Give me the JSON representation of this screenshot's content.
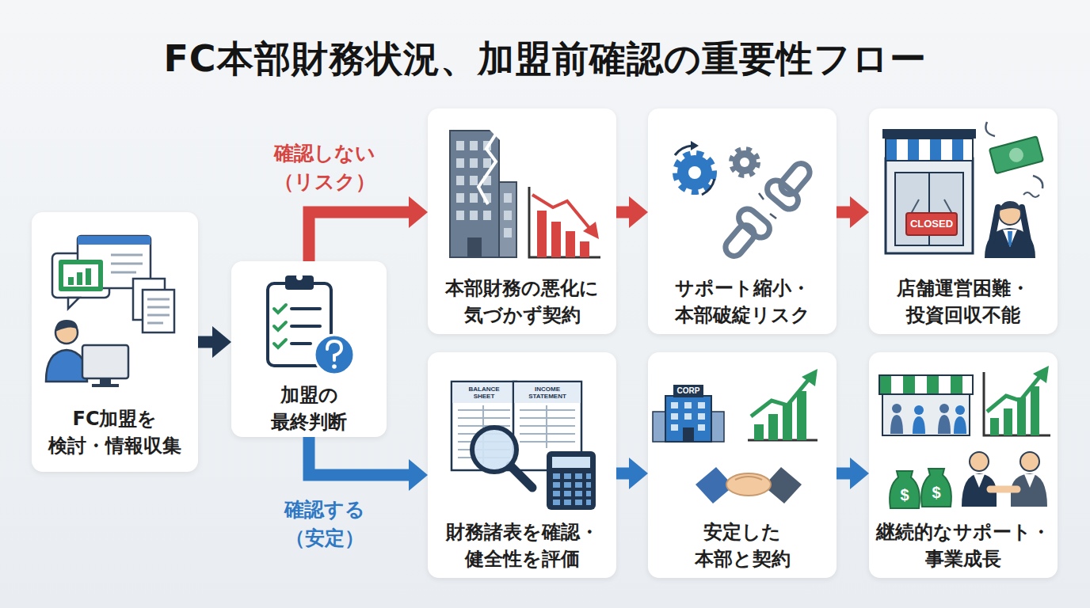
{
  "diagram": {
    "title": "FC本部財務状況、加盟前確認の重要性フロー",
    "nodes": [
      {
        "text": [
          "FC加盟を 検討・情報収集"
        ]
      },
      {
        "text": [
          "加盟の 最終判断"
        ]
      },
      {
        "text": [
          "本部財務の悪化に 気づかず契約"
        ]
      },
      {
        "text": [
          "サポート縮小・ 本部破綻リスク"
        ]
      },
      {
        "text": [
          "店舗運営困難・ 投資回収不能"
        ]
      },
      {
        "text": [
          "財務諸表を確認・ 健全性を評価"
        ]
      },
      {
        "text": [
          "安定した 本部と契約"
        ]
      },
      {
        "text": [
          "継続的なサポート・ 事業成長"
        ]
      }
    ],
    "edges": [
      {
        "from": 0,
        "to": 1,
        "arrow": "to"
      },
      {
        "from": 1,
        "to": 2,
        "label": "確認しない （リスク）",
        "arrow": "to"
      },
      {
        "from": 2,
        "to": 3,
        "arrow": "to"
      },
      {
        "from": 3,
        "to": 4,
        "arrow": "to"
      },
      {
        "from": 1,
        "to": 5,
        "label": "確認する （安定）",
        "arrow": "to"
      },
      {
        "from": 5,
        "to": 6,
        "arrow": "to"
      },
      {
        "from": 6,
        "to": 7,
        "arrow": "to"
      }
    ],
    "labels": [
      "CLOSED",
      "BALANCE SHEET",
      "INCOME STATEMENT",
      "CORP",
      "$",
      "$"
    ]
  }
}
